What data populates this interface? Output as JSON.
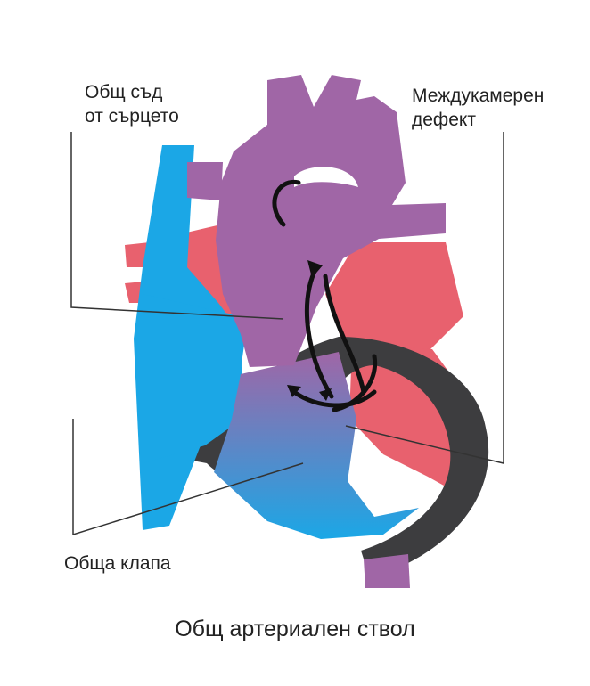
{
  "labels": {
    "common_vessel_line1": "Общ съд",
    "common_vessel_line2": "от сърцето",
    "vsd_line1": "Междукамерен",
    "vsd_line2": "дефект",
    "common_valve": "Обща клапа"
  },
  "caption": "Общ артериален ствол",
  "colors": {
    "background": "#ffffff",
    "oxygenated_red": "#e8616e",
    "deoxygenated_blue": "#1ba7e6",
    "mixed_purple": "#a066a6",
    "heart_wall": "#3d3d3f",
    "flow_arrows": "#111111",
    "leader_lines": "#333333"
  }
}
